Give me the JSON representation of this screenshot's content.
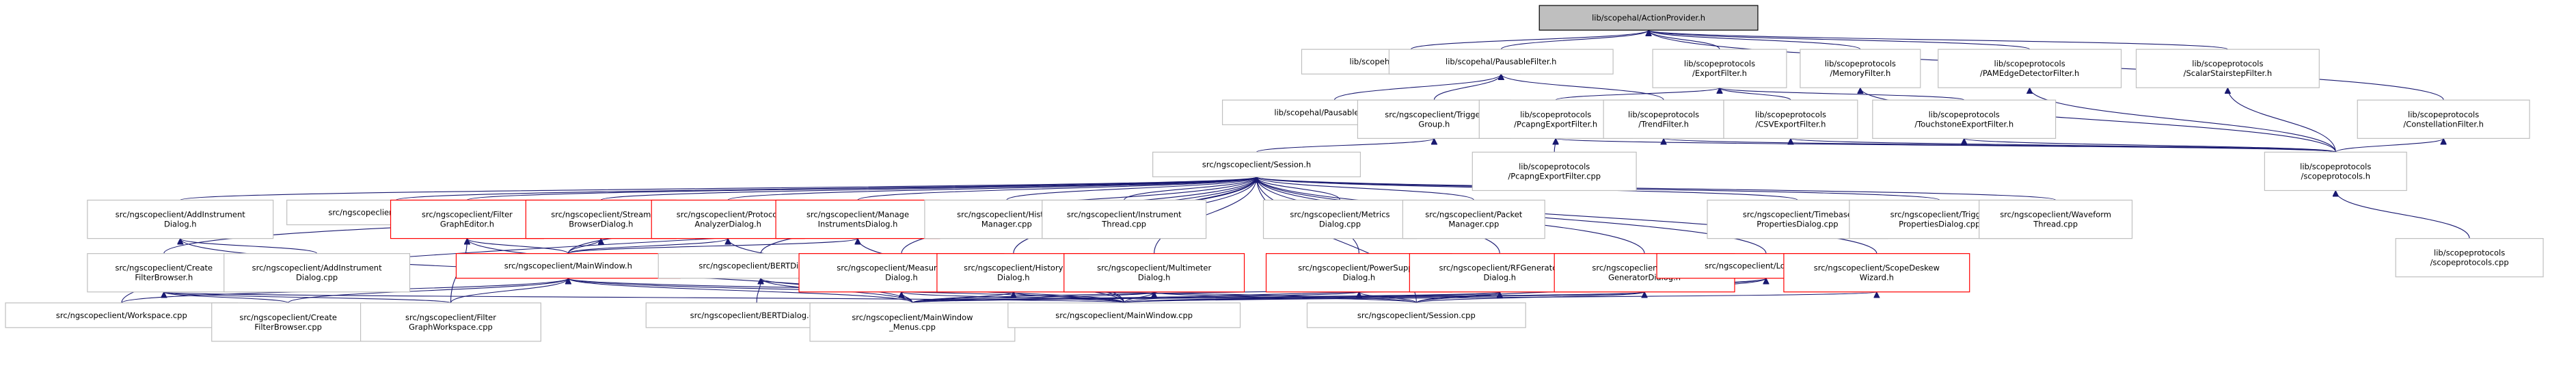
{
  "graph": {
    "edge_color": "#191970",
    "node_fill": "#ffffff",
    "node_border_default": "#bfbfbf",
    "node_border_truncated": "#ff0000",
    "focus_fill": "#bfbfbf",
    "focus_border": "#000000"
  },
  "nodes": {
    "actionprovider_h": {
      "lines": [
        "lib/scopehal/ActionProvider.h"
      ],
      "style": "focus"
    },
    "actionprovider_cpp": {
      "lines": [
        "lib/scopehal/ActionProvider.cpp"
      ],
      "style": "normal"
    },
    "pausablefilter_h": {
      "lines": [
        "lib/scopehal/PausableFilter.h"
      ],
      "style": "normal"
    },
    "exportfilter_h": {
      "lines": [
        "lib/scopeprotocols",
        "/ExportFilter.h"
      ],
      "style": "normal"
    },
    "memoryfilter_h": {
      "lines": [
        "lib/scopeprotocols",
        "/MemoryFilter.h"
      ],
      "style": "normal"
    },
    "pamedge_h": {
      "lines": [
        "lib/scopeprotocols",
        "/PAMEdgeDetectorFilter.h"
      ],
      "style": "normal"
    },
    "scalarstair_h": {
      "lines": [
        "lib/scopeprotocols",
        "/ScalarStairstepFilter.h"
      ],
      "style": "normal"
    },
    "pausablefilter_cpp": {
      "lines": [
        "lib/scopehal/PausableFilter.cpp"
      ],
      "style": "normal"
    },
    "triggergroup_h": {
      "lines": [
        "src/ngscopeclient/Trigger",
        "Group.h"
      ],
      "style": "normal"
    },
    "pcapngexport_h": {
      "lines": [
        "lib/scopeprotocols",
        "/PcapngExportFilter.h"
      ],
      "style": "normal"
    },
    "trendfilter_h": {
      "lines": [
        "lib/scopeprotocols",
        "/TrendFilter.h"
      ],
      "style": "normal"
    },
    "csvexport_h": {
      "lines": [
        "lib/scopeprotocols",
        "/CSVExportFilter.h"
      ],
      "style": "normal"
    },
    "touchstone_h": {
      "lines": [
        "lib/scopeprotocols",
        "/TouchstoneExportFilter.h"
      ],
      "style": "normal"
    },
    "constellation_h": {
      "lines": [
        "lib/scopeprotocols",
        "/ConstellationFilter.h"
      ],
      "style": "normal"
    },
    "pcapngexport_cpp": {
      "lines": [
        "lib/scopeprotocols",
        "/PcapngExportFilter.cpp"
      ],
      "style": "normal"
    },
    "session_h": {
      "lines": [
        "src/ngscopeclient/Session.h"
      ],
      "style": "normal"
    },
    "scopeprotocols_h": {
      "lines": [
        "lib/scopeprotocols",
        "/scopeprotocols.h"
      ],
      "style": "normal"
    },
    "scopeprotocols_cpp": {
      "lines": [
        "lib/scopeprotocols",
        "/scopeprotocols.cpp"
      ],
      "style": "normal"
    },
    "addinstr_h": {
      "lines": [
        "src/ngscopeclient/AddInstrument",
        "Dialog.h"
      ],
      "style": "normal"
    },
    "bertthread_cpp": {
      "lines": [
        "src/ngscopeclient/BERTThread.cpp"
      ],
      "style": "normal"
    },
    "filtergrapheditor_h": {
      "lines": [
        "src/ngscopeclient/Filter",
        "GraphEditor.h"
      ],
      "style": "truncated"
    },
    "streambrowser_h": {
      "lines": [
        "src/ngscopeclient/Stream",
        "BrowserDialog.h"
      ],
      "style": "truncated"
    },
    "protoanalyzer_h": {
      "lines": [
        "src/ngscopeclient/Protocol",
        "AnalyzerDialog.h"
      ],
      "style": "truncated"
    },
    "manageinstr_h": {
      "lines": [
        "src/ngscopeclient/Manage",
        "InstrumentsDialog.h"
      ],
      "style": "truncated"
    },
    "historymgr_cpp": {
      "lines": [
        "src/ngscopeclient/History",
        "Manager.cpp"
      ],
      "style": "normal"
    },
    "instrthread_cpp": {
      "lines": [
        "src/ngscopeclient/Instrument",
        "Thread.cpp"
      ],
      "style": "normal"
    },
    "metrics_cpp": {
      "lines": [
        "src/ngscopeclient/Metrics",
        "Dialog.cpp"
      ],
      "style": "normal"
    },
    "packetmgr_cpp": {
      "lines": [
        "src/ngscopeclient/Packet",
        "Manager.cpp"
      ],
      "style": "normal"
    },
    "timebase_cpp": {
      "lines": [
        "src/ngscopeclient/Timebase",
        "PropertiesDialog.cpp"
      ],
      "style": "normal"
    },
    "trigprops_cpp": {
      "lines": [
        "src/ngscopeclient/Trigger",
        "PropertiesDialog.cpp"
      ],
      "style": "normal"
    },
    "waveformthread_cpp": {
      "lines": [
        "src/ngscopeclient/Waveform",
        "Thread.cpp"
      ],
      "style": "normal"
    },
    "createfilter_h": {
      "lines": [
        "src/ngscopeclient/Create",
        "FilterBrowser.h"
      ],
      "style": "normal"
    },
    "addinstr_cpp": {
      "lines": [
        "src/ngscopeclient/AddInstrument",
        "Dialog.cpp"
      ],
      "style": "normal"
    },
    "mainwindow_h": {
      "lines": [
        "src/ngscopeclient/MainWindow.h"
      ],
      "style": "truncated"
    },
    "bertdialog_h": {
      "lines": [
        "src/ngscopeclient/BERTDialog.h"
      ],
      "style": "normal"
    },
    "measurements_h": {
      "lines": [
        "src/ngscopeclient/Measurements",
        "Dialog.h"
      ],
      "style": "truncated"
    },
    "historydialog_h": {
      "lines": [
        "src/ngscopeclient/History",
        "Dialog.h"
      ],
      "style": "truncated"
    },
    "multimeter_h": {
      "lines": [
        "src/ngscopeclient/Multimeter",
        "Dialog.h"
      ],
      "style": "truncated"
    },
    "powersupply_h": {
      "lines": [
        "src/ngscopeclient/PowerSupply",
        "Dialog.h"
      ],
      "style": "truncated"
    },
    "rfgenerator_h": {
      "lines": [
        "src/ngscopeclient/RFGenerator",
        "Dialog.h"
      ],
      "style": "truncated"
    },
    "funcgen_h": {
      "lines": [
        "src/ngscopeclient/Function",
        "GeneratorDialog.h"
      ],
      "style": "truncated"
    },
    "loaddialog_h": {
      "lines": [
        "src/ngscopeclient/LoadDialog.h"
      ],
      "style": "truncated"
    },
    "scopedeskew_h": {
      "lines": [
        "src/ngscopeclient/ScopeDeskew",
        "Wizard.h"
      ],
      "style": "truncated"
    },
    "workspace_cpp": {
      "lines": [
        "src/ngscopeclient/Workspace.cpp"
      ],
      "style": "normal"
    },
    "createfilter_cpp": {
      "lines": [
        "src/ngscopeclient/Create",
        "FilterBrowser.cpp"
      ],
      "style": "normal"
    },
    "filtergraphws_cpp": {
      "lines": [
        "src/ngscopeclient/Filter",
        "GraphWorkspace.cpp"
      ],
      "style": "normal"
    },
    "bertdialog_cpp": {
      "lines": [
        "src/ngscopeclient/BERTDialog.cpp"
      ],
      "style": "normal"
    },
    "mainwindow_menus_cpp": {
      "lines": [
        "src/ngscopeclient/MainWindow",
        "_Menus.cpp"
      ],
      "style": "normal"
    },
    "mainwindow_cpp": {
      "lines": [
        "src/ngscopeclient/MainWindow.cpp"
      ],
      "style": "normal"
    },
    "session_cpp": {
      "lines": [
        "src/ngscopeclient/Session.cpp"
      ],
      "style": "normal"
    }
  },
  "edges": [
    [
      "actionprovider_h",
      "actionprovider_cpp"
    ],
    [
      "actionprovider_h",
      "pausablefilter_h"
    ],
    [
      "actionprovider_h",
      "exportfilter_h"
    ],
    [
      "actionprovider_h",
      "memoryfilter_h"
    ],
    [
      "actionprovider_h",
      "pamedge_h"
    ],
    [
      "actionprovider_h",
      "scalarstair_h"
    ],
    [
      "actionprovider_h",
      "constellation_h"
    ],
    [
      "pausablefilter_h",
      "pausablefilter_cpp"
    ],
    [
      "pausablefilter_h",
      "triggergroup_h"
    ],
    [
      "pausablefilter_h",
      "trendfilter_h"
    ],
    [
      "exportfilter_h",
      "pcapngexport_h"
    ],
    [
      "exportfilter_h",
      "csvexport_h"
    ],
    [
      "exportfilter_h",
      "touchstone_h"
    ],
    [
      "memoryfilter_h",
      "scopeprotocols_h"
    ],
    [
      "pamedge_h",
      "scopeprotocols_h"
    ],
    [
      "scalarstair_h",
      "scopeprotocols_h"
    ],
    [
      "pcapngexport_h",
      "pcapngexport_cpp"
    ],
    [
      "pcapngexport_h",
      "scopeprotocols_h"
    ],
    [
      "trendfilter_h",
      "scopeprotocols_h"
    ],
    [
      "csvexport_h",
      "scopeprotocols_h"
    ],
    [
      "touchstone_h",
      "scopeprotocols_h"
    ],
    [
      "constellation_h",
      "scopeprotocols_h"
    ],
    [
      "triggergroup_h",
      "session_h"
    ],
    [
      "scopeprotocols_h",
      "scopeprotocols_cpp"
    ],
    [
      "session_h",
      "addinstr_h"
    ],
    [
      "session_h",
      "bertthread_cpp"
    ],
    [
      "session_h",
      "filtergrapheditor_h"
    ],
    [
      "session_h",
      "streambrowser_h"
    ],
    [
      "session_h",
      "protoanalyzer_h"
    ],
    [
      "session_h",
      "manageinstr_h"
    ],
    [
      "session_h",
      "historymgr_cpp"
    ],
    [
      "session_h",
      "instrthread_cpp"
    ],
    [
      "session_h",
      "metrics_cpp"
    ],
    [
      "session_h",
      "packetmgr_cpp"
    ],
    [
      "session_h",
      "timebase_cpp"
    ],
    [
      "session_h",
      "trigprops_cpp"
    ],
    [
      "session_h",
      "waveformthread_cpp"
    ],
    [
      "session_h",
      "createfilter_h"
    ],
    [
      "session_h",
      "mainwindow_h"
    ],
    [
      "session_h",
      "bertdialog_h"
    ],
    [
      "session_h",
      "measurements_h"
    ],
    [
      "session_h",
      "historydialog_h"
    ],
    [
      "session_h",
      "multimeter_h"
    ],
    [
      "session_h",
      "powersupply_h"
    ],
    [
      "session_h",
      "rfgenerator_h"
    ],
    [
      "session_h",
      "funcgen_h"
    ],
    [
      "session_h",
      "loaddialog_h"
    ],
    [
      "session_h",
      "scopedeskew_h"
    ],
    [
      "session_h",
      "workspace_cpp"
    ],
    [
      "session_h",
      "session_cpp"
    ],
    [
      "addinstr_h",
      "addinstr_cpp"
    ],
    [
      "addinstr_h",
      "mainwindow_menus_cpp"
    ],
    [
      "filtergrapheditor_h",
      "mainwindow_h"
    ],
    [
      "filtergrapheditor_h",
      "filtergraphws_cpp"
    ],
    [
      "filtergrapheditor_h",
      "mainwindow_cpp"
    ],
    [
      "streambrowser_h",
      "mainwindow_h"
    ],
    [
      "protoanalyzer_h",
      "mainwindow_h"
    ],
    [
      "protoanalyzer_h",
      "mainwindow_cpp"
    ],
    [
      "manageinstr_h",
      "mainwindow_h"
    ],
    [
      "manageinstr_h",
      "mainwindow_cpp"
    ],
    [
      "createfilter_h",
      "createfilter_cpp"
    ],
    [
      "createfilter_h",
      "filtergraphws_cpp"
    ],
    [
      "createfilter_h",
      "mainwindow_cpp"
    ],
    [
      "mainwindow_h",
      "workspace_cpp"
    ],
    [
      "mainwindow_h",
      "createfilter_cpp"
    ],
    [
      "mainwindow_h",
      "filtergraphws_cpp"
    ],
    [
      "mainwindow_h",
      "mainwindow_menus_cpp"
    ],
    [
      "mainwindow_h",
      "mainwindow_cpp"
    ],
    [
      "mainwindow_h",
      "session_cpp"
    ],
    [
      "bertdialog_h",
      "bertdialog_cpp"
    ],
    [
      "bertdialog_h",
      "mainwindow_menus_cpp"
    ],
    [
      "bertdialog_h",
      "mainwindow_cpp"
    ],
    [
      "measurements_h",
      "mainwindow_menus_cpp"
    ],
    [
      "measurements_h",
      "mainwindow_cpp"
    ],
    [
      "historydialog_h",
      "mainwindow_menus_cpp"
    ],
    [
      "historydialog_h",
      "mainwindow_cpp"
    ],
    [
      "multimeter_h",
      "mainwindow_menus_cpp"
    ],
    [
      "multimeter_h",
      "mainwindow_cpp"
    ],
    [
      "multimeter_h",
      "session_cpp"
    ],
    [
      "powersupply_h",
      "mainwindow_menus_cpp"
    ],
    [
      "powersupply_h",
      "session_cpp"
    ],
    [
      "rfgenerator_h",
      "mainwindow_menus_cpp"
    ],
    [
      "rfgenerator_h",
      "mainwindow_cpp"
    ],
    [
      "rfgenerator_h",
      "session_cpp"
    ],
    [
      "funcgen_h",
      "mainwindow_menus_cpp"
    ],
    [
      "funcgen_h",
      "mainwindow_cpp"
    ],
    [
      "funcgen_h",
      "session_cpp"
    ],
    [
      "loaddialog_h",
      "mainwindow_menus_cpp"
    ],
    [
      "loaddialog_h",
      "mainwindow_cpp"
    ],
    [
      "loaddialog_h",
      "session_cpp"
    ],
    [
      "scopedeskew_h",
      "mainwindow_cpp"
    ]
  ]
}
